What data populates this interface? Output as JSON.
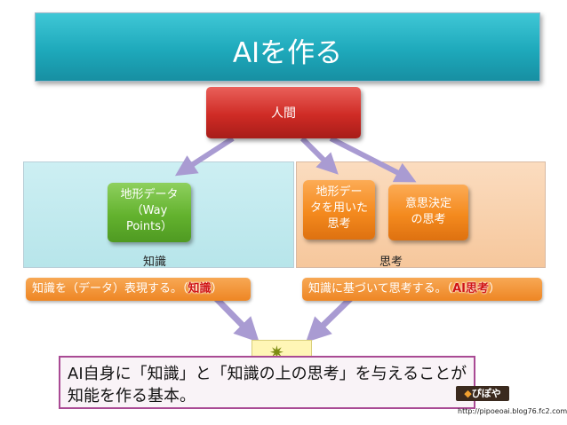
{
  "title": "AIを作る",
  "human": "人間",
  "knowledge_region": {
    "label": "知識",
    "card_lines": [
      "地形データ",
      "（Way",
      "Points）"
    ]
  },
  "thinking_region": {
    "label": "思考",
    "card1_lines": [
      "地形デー",
      "タを用いた",
      "思考"
    ],
    "card2_lines": [
      "意思決定",
      "の思考"
    ]
  },
  "statement_left": {
    "prefix": "知識を（データ）表現する。（",
    "highlight": "知識",
    "suffix": "）"
  },
  "statement_right": {
    "prefix": "知識に基づいて思考する。（",
    "highlight": "AI思考",
    "suffix": "）"
  },
  "conclusion": {
    "line1": "AI自身に「知識」と「知識の上の思考」を与えることが",
    "line2": "知能を作る基本。"
  },
  "blog": {
    "logo_text": "ぴぽや",
    "url": "http://pipoeoai.blog76.fc2.com/"
  },
  "colors": {
    "title": "#1ea9bb",
    "human": "#cf2b25",
    "knowledge": "#63b22e",
    "thinking": "#f48a1e",
    "arrow": "#a99bd2",
    "highlight": "#d01414"
  }
}
